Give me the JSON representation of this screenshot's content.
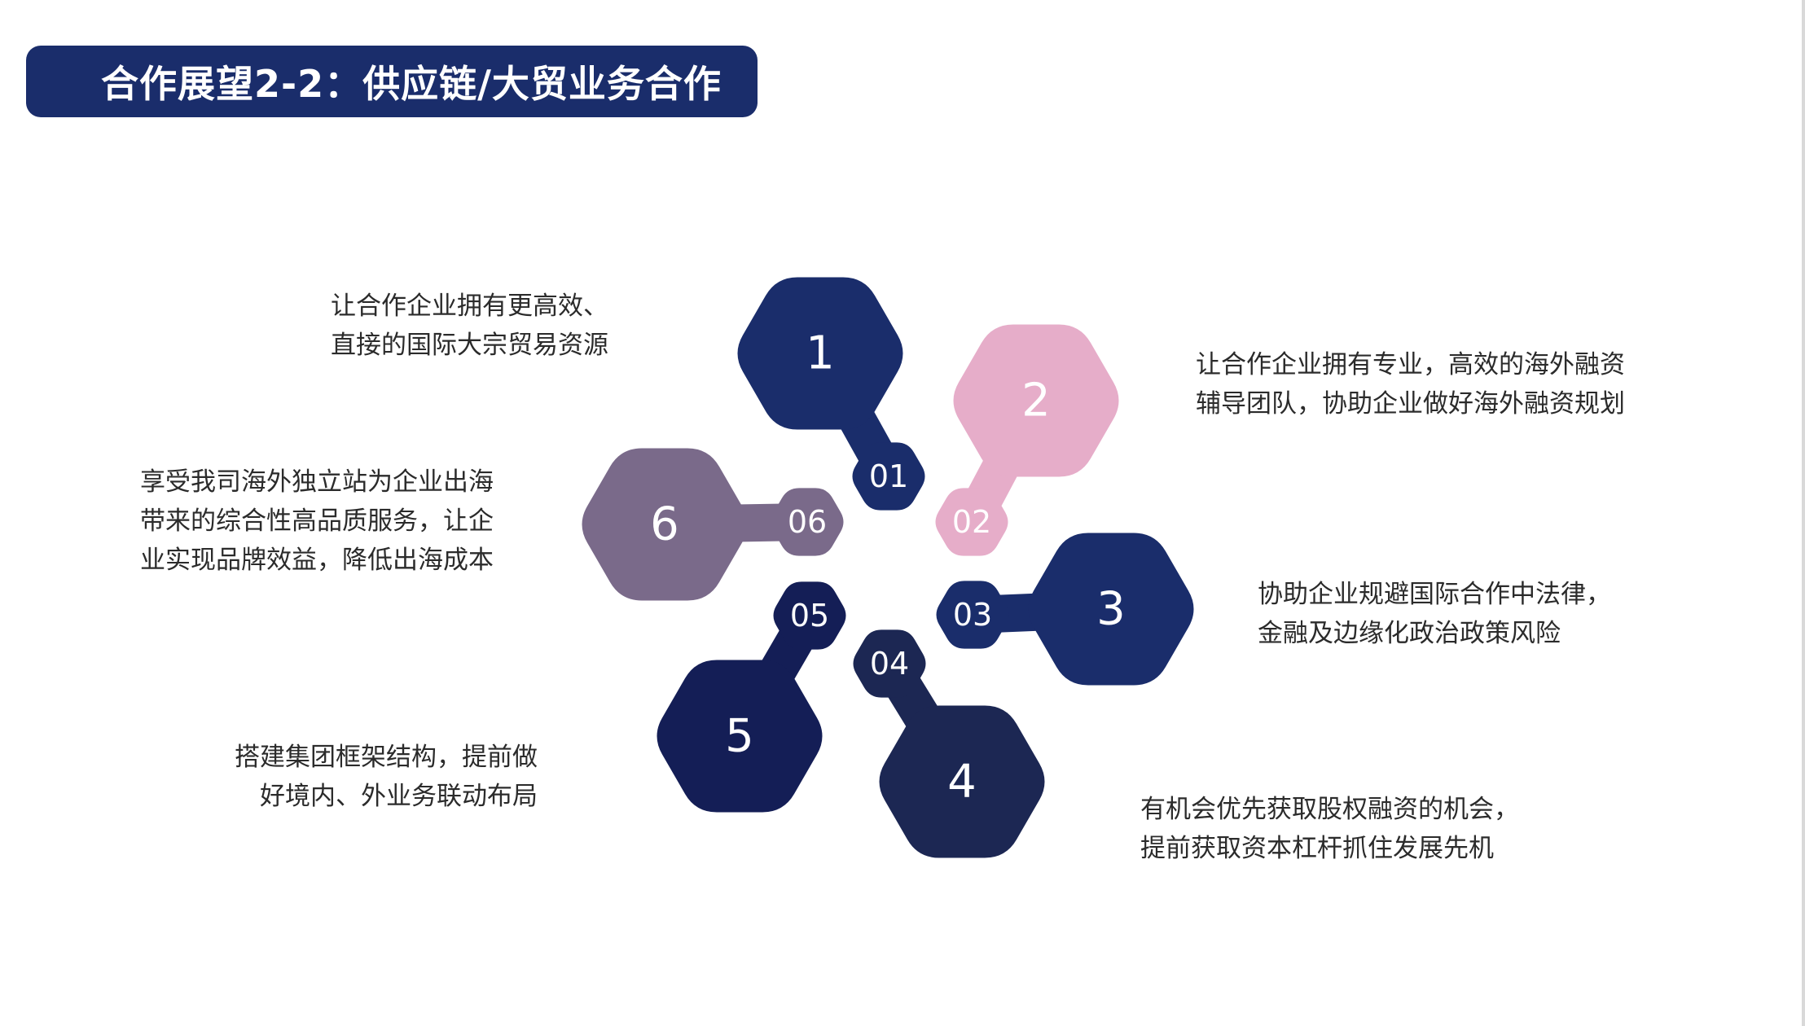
{
  "title": "合作展望2-2：供应链/大贸业务合作",
  "colors": {
    "title_bg": "#1a2d6b",
    "navy_1": "#1a2d6b",
    "pink_2": "#e6adc9",
    "navy_3": "#1a2d6b",
    "navy_4": "#1c2753",
    "navy_5": "#141e56",
    "purple_6": "#7a6a8a",
    "text": "#2b2b2b"
  },
  "items": [
    {
      "big_label": "1",
      "small_label": "01",
      "color": "#1a2d6b",
      "desc": [
        "让合作企业拥有更高效、",
        "直接的国际大宗贸易资源"
      ]
    },
    {
      "big_label": "2",
      "small_label": "02",
      "color": "#e6adc9",
      "desc": [
        "让合作企业拥有专业，高效的海外融资",
        "辅导团队，协助企业做好海外融资规划"
      ]
    },
    {
      "big_label": "3",
      "small_label": "03",
      "color": "#1a2d6b",
      "desc": [
        "协助企业规避国际合作中法律，",
        "金融及边缘化政治政策风险"
      ]
    },
    {
      "big_label": "4",
      "small_label": "04",
      "color": "#1c2753",
      "desc": [
        "有机会优先获取股权融资的机会，",
        "提前获取资本杠杆抓住发展先机"
      ]
    },
    {
      "big_label": "5",
      "small_label": "05",
      "color": "#141e56",
      "desc": [
        "搭建集团框架结构，提前做",
        "好境内、外业务联动布局"
      ]
    },
    {
      "big_label": "6",
      "small_label": "06",
      "color": "#7a6a8a",
      "desc": [
        "享受我司海外独立站为企业出海",
        "带来的综合性高品质服务，让企",
        "业实现品牌效益，降低出海成本"
      ]
    }
  ]
}
